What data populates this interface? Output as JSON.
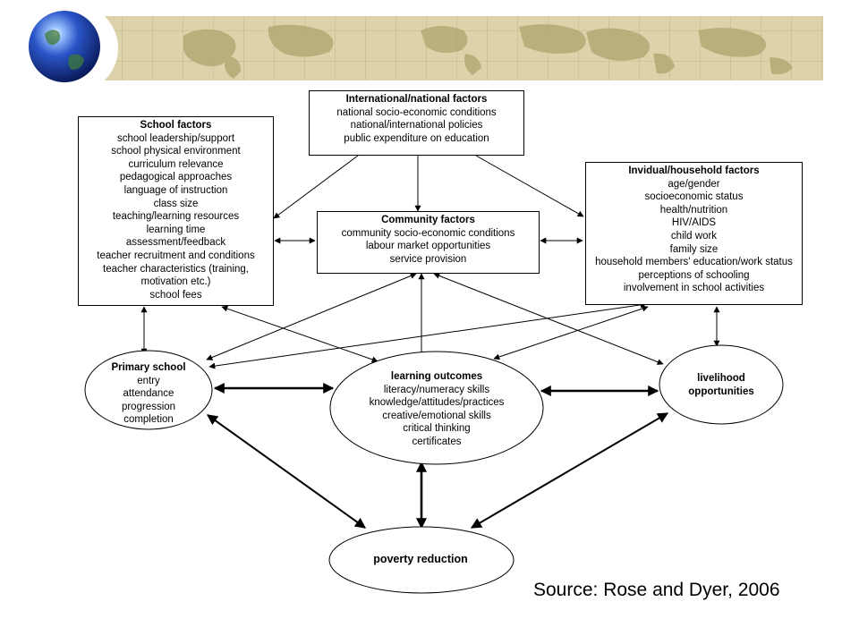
{
  "header": {
    "banner_icon": "globe-icon",
    "banner_motif": "world-map"
  },
  "boxes": {
    "international": {
      "title": "International/national factors",
      "lines": [
        "national socio-economic conditions",
        "national/international policies",
        "public expenditure on education"
      ]
    },
    "school": {
      "title": "School factors",
      "lines": [
        "school leadership/support",
        "school physical environment",
        "curriculum relevance",
        "pedagogical approaches",
        "language of instruction",
        "class size",
        "teaching/learning resources",
        "learning time",
        "assessment/feedback",
        "teacher recruitment and conditions",
        "teacher characteristics (training,",
        "motivation etc.)",
        "school fees"
      ]
    },
    "community": {
      "title": "Community factors",
      "lines": [
        "community socio-economic conditions",
        "labour market opportunities",
        "service provision"
      ]
    },
    "individual": {
      "title": "Invidual/household factors",
      "lines": [
        "age/gender",
        "socioeconomic status",
        "health/nutrition",
        "HIV/AIDS",
        "child work",
        "family size",
        "household members' education/work status",
        "perceptions of schooling",
        "involvement in school activities"
      ]
    }
  },
  "ellipses": {
    "primary": {
      "title": "Primary school",
      "lines": [
        "entry",
        "attendance",
        "progression",
        "completion"
      ]
    },
    "learning": {
      "title": "learning outcomes",
      "lines": [
        "literacy/numeracy skills",
        "knowledge/attitudes/practices",
        "creative/emotional skills",
        "critical thinking",
        "certificates"
      ]
    },
    "livelihood": {
      "title_lines": [
        "livelihood",
        "opportunities"
      ]
    },
    "poverty": {
      "title": "poverty reduction"
    }
  },
  "source": "Source: Rose and Dyer, 2006"
}
